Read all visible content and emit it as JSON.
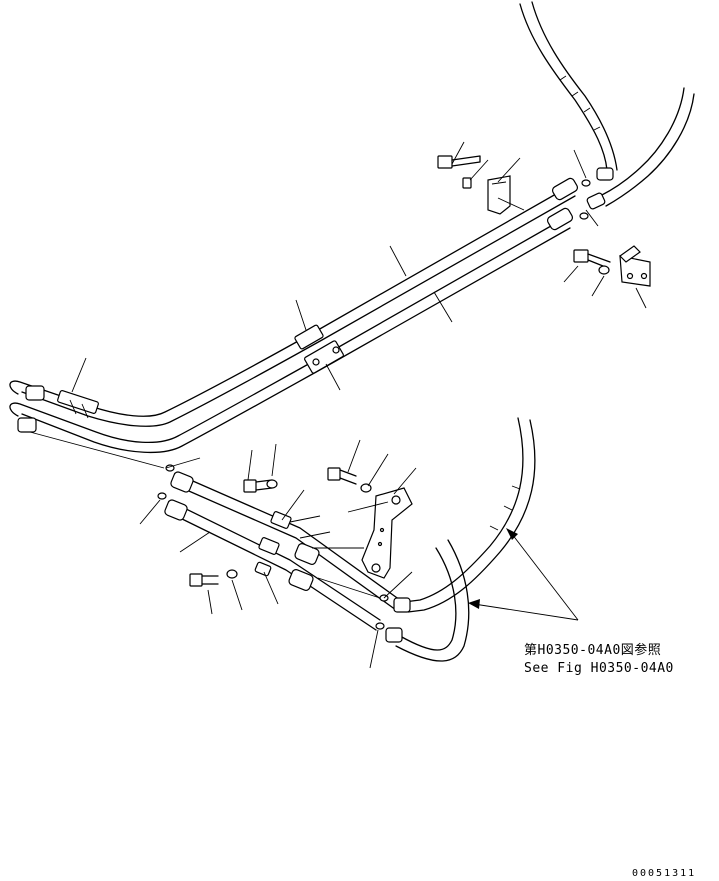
{
  "references": {
    "japanese": "第H0350-04A0図参照",
    "english": "See Fig H0350-04A0"
  },
  "drawing_code": "00051311"
}
